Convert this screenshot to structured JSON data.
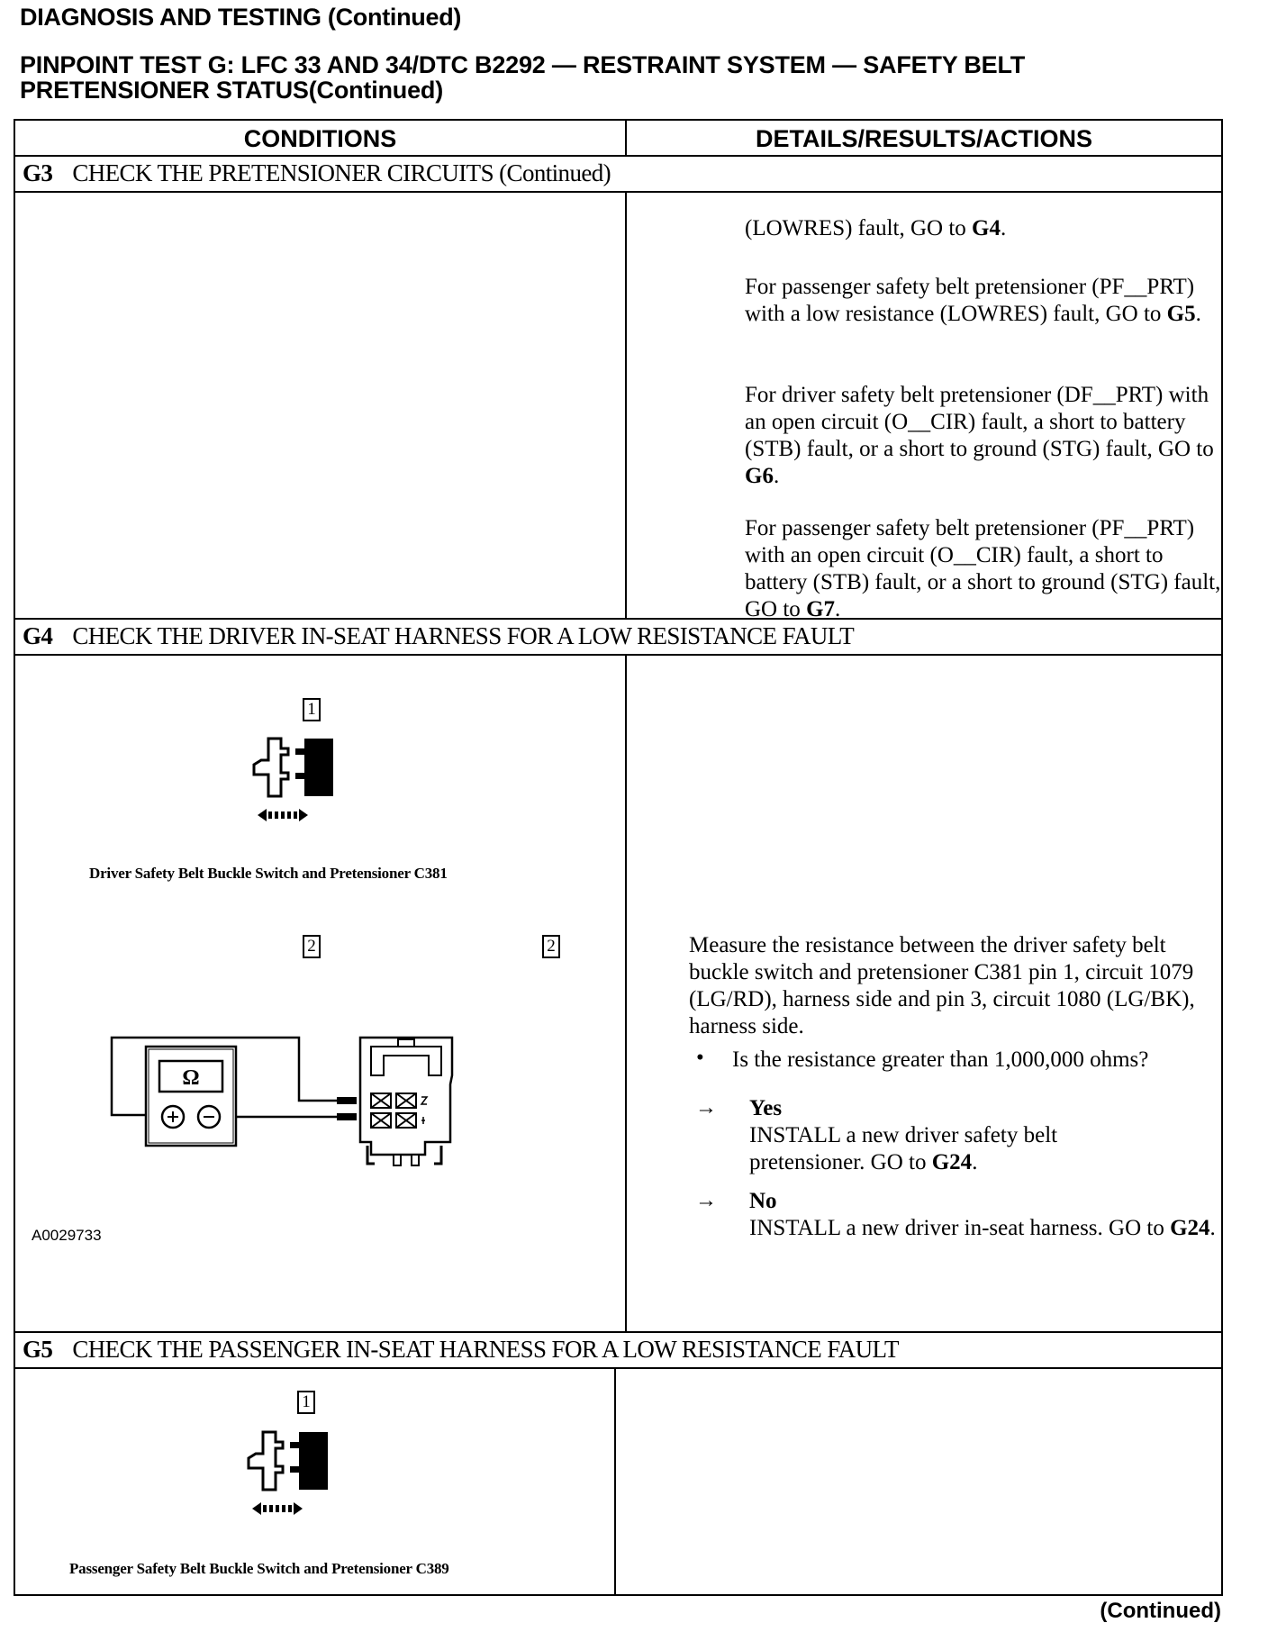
{
  "page": {
    "heading": "DIAGNOSIS AND TESTING (Continued)",
    "test_title": "PINPOINT TEST G: LFC 33 AND 34/DTC B2292 — RESTRAINT SYSTEM — SAFETY BELT PRETENSIONER STATUS(Continued)",
    "footer_continued": "(Continued)"
  },
  "table": {
    "col_conditions": "CONDITIONS",
    "col_details": "DETAILS/RESULTS/ACTIONS",
    "g3": {
      "id": "G3",
      "title": "CHECK THE PRETENSIONER CIRCUITS (Continued)",
      "p1_text": "(LOWRES) fault, GO to ",
      "p1_go": "G4",
      "p1_end": ".",
      "p2_text": "For passenger safety belt pretensioner (PF__PRT) with a low resistance (LOWRES) fault, GO to ",
      "p2_go": "G5",
      "p2_end": ".",
      "p3_text": "For driver safety belt pretensioner (DF__PRT) with an open circuit (O__CIR) fault, a short to battery (STB) fault, or a short to ground (STG) fault, GO to ",
      "p3_go": "G6",
      "p3_end": ".",
      "p4_text": "For passenger safety belt pretensioner (PF__PRT) with an open circuit (O__CIR) fault, a short to battery (STB) fault, or a short to ground (STG) fault, GO to ",
      "p4_go": "G7",
      "p4_end": "."
    },
    "g4": {
      "id": "G4",
      "title": "CHECK THE DRIVER IN-SEAT HARNESS FOR A LOW RESISTANCE FAULT",
      "step1_num": "1",
      "step1_caption": "Driver Safety Belt Buckle Switch and Pretensioner C381",
      "step2_num": "2",
      "meter_symbol": "Ω",
      "figure_id": "A0029733",
      "instruction_num": "2",
      "instruction": "Measure the resistance between the driver safety belt buckle switch and pretensioner C381 pin 1, circuit 1079 (LG/RD), harness side and pin 3, circuit 1080 (LG/BK), harness side.",
      "question": "Is the resistance greater than 1,000,000 ohms?",
      "yes_label": "Yes",
      "yes_text": "INSTALL a new driver safety belt pretensioner. GO to ",
      "yes_go": "G24",
      "yes_end": ".",
      "no_label": "No",
      "no_text": "INSTALL a new driver in-seat harness. GO to ",
      "no_go": "G24",
      "no_end": "."
    },
    "g5": {
      "id": "G5",
      "title": "CHECK THE PASSENGER IN-SEAT HARNESS FOR A LOW RESISTANCE FAULT",
      "step1_num": "1",
      "step1_caption": "Passenger Safety Belt Buckle Switch and Pretensioner C389"
    }
  }
}
